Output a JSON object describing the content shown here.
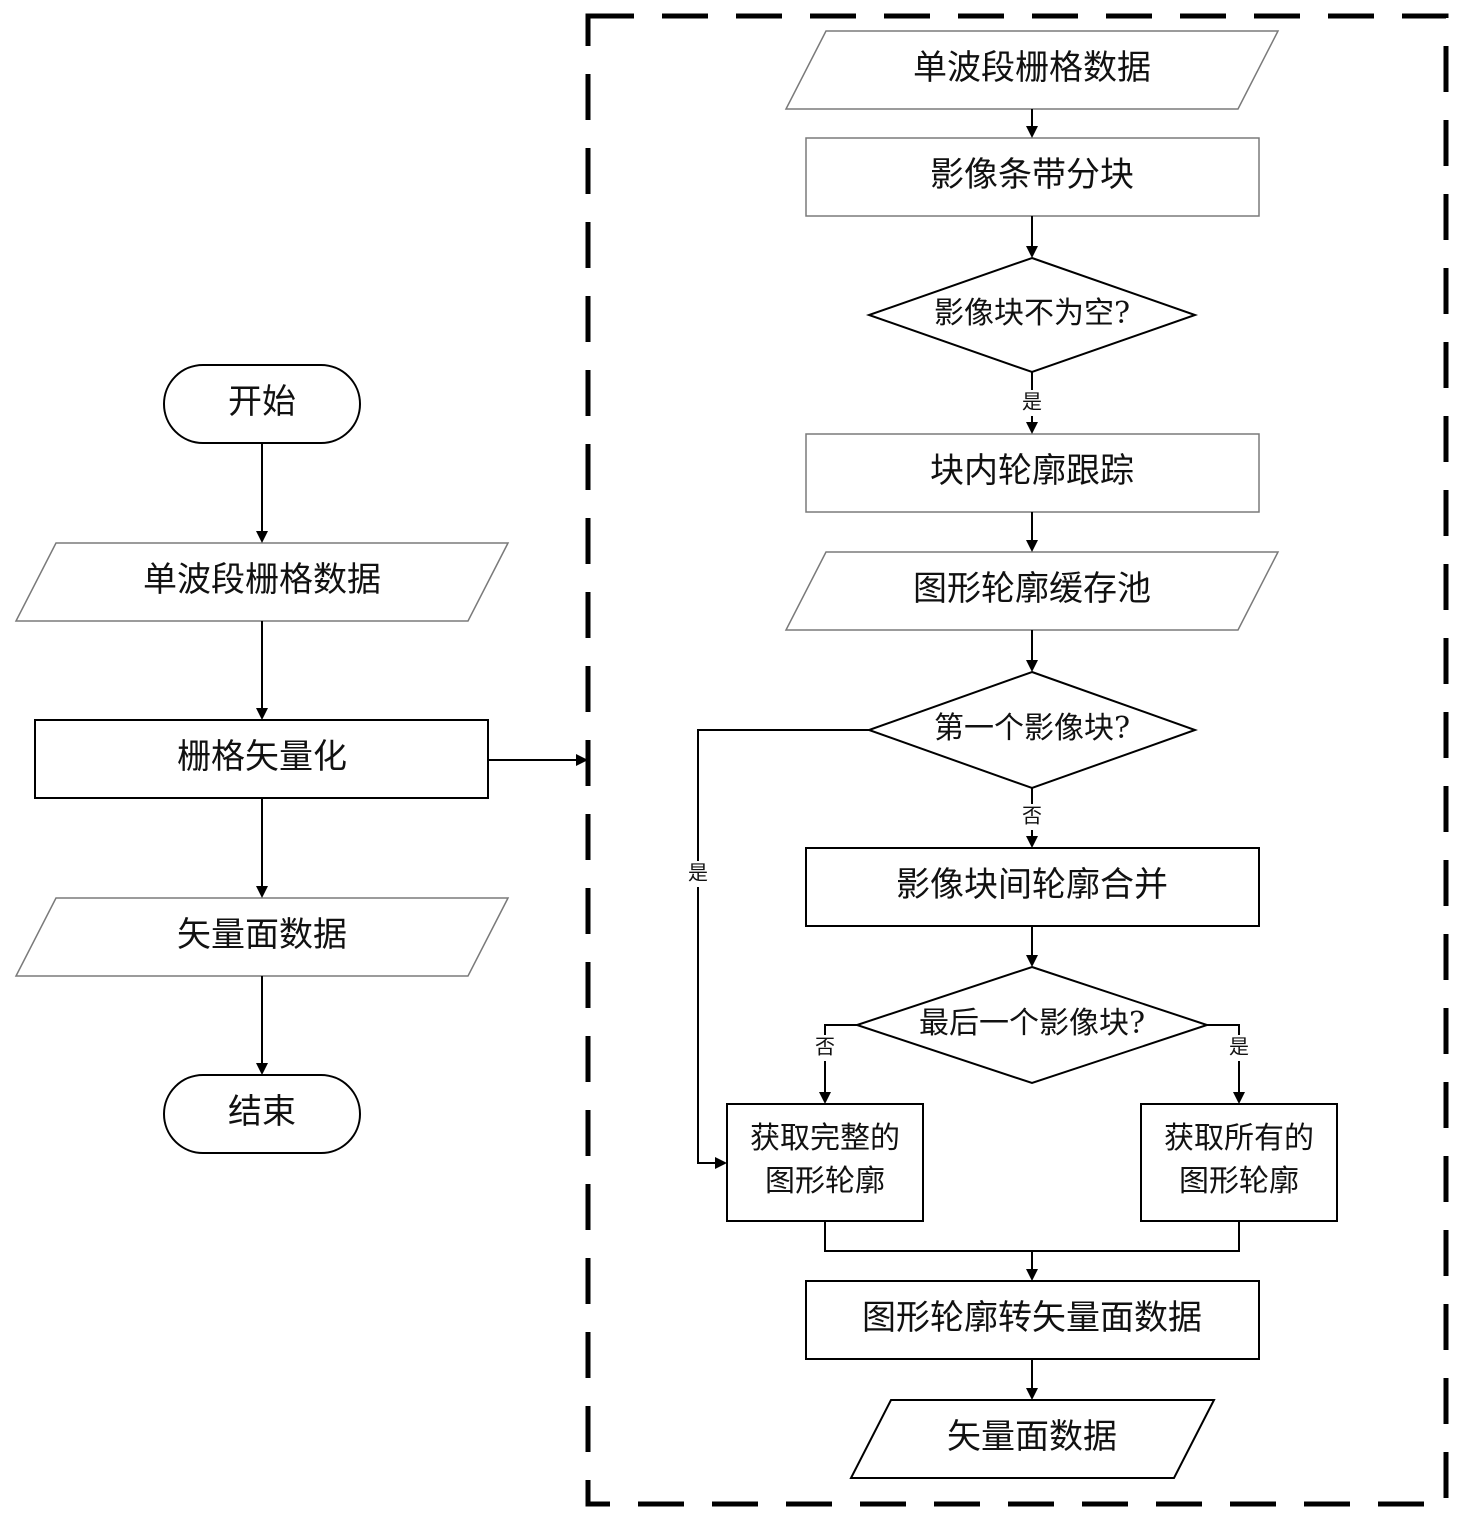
{
  "left_flow": {
    "start": "开始",
    "input": "单波段栅格数据",
    "process": "栅格矢量化",
    "output": "矢量面数据",
    "end": "结束"
  },
  "detail_flow": {
    "input": "单波段栅格数据",
    "strip_split": "影像条带分块",
    "decision_not_empty": "影像块不为空?",
    "yes_1": "是",
    "trace": "块内轮廓跟踪",
    "buffer_pool": "图形轮廓缓存池",
    "decision_first": "第一个影像块?",
    "no_1": "否",
    "yes_2": "是",
    "merge": "影像块间轮廓合并",
    "decision_last": "最后一个影像块?",
    "no_2": "否",
    "yes_3": "是",
    "get_complete_line1": "获取完整的",
    "get_complete_line2": "图形轮廓",
    "get_all_line1": "获取所有的",
    "get_all_line2": "图形轮廓",
    "convert": "图形轮廓转矢量面数据",
    "output": "矢量面数据"
  }
}
